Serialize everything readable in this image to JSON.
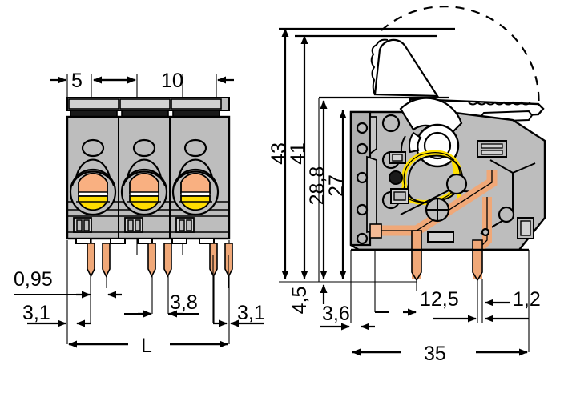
{
  "drawing": {
    "title": "WAGO PCB terminal block technical drawing",
    "views": [
      {
        "name": "front-view",
        "label": "Front view (3-pole)"
      },
      {
        "name": "side-view",
        "label": "Side section view"
      }
    ],
    "colors": {
      "body_gray": "#bdbdbd",
      "body_gray_dark": "#a8a8a8",
      "body_gray_light": "#d2d2d2",
      "outline": "#000000",
      "conductor_orange": "#f0a878",
      "conductor_orange_light": "#f6bb95",
      "spring_yellow": "#ffe000",
      "cap_yellow": "#ffdd00",
      "cap_salmon": "#f9b081",
      "white": "#ffffff"
    },
    "dimensions": {
      "front": [
        {
          "id": "pitch-5",
          "value": "5"
        },
        {
          "id": "pitch-10",
          "value": "10"
        },
        {
          "id": "pin-dia",
          "value": "0,95"
        },
        {
          "id": "edge-left",
          "value": "3,1"
        },
        {
          "id": "pin-pair",
          "value": "3,8"
        },
        {
          "id": "edge-right",
          "value": "3,1"
        },
        {
          "id": "length-total",
          "value": "L"
        }
      ],
      "side": [
        {
          "id": "height-43",
          "value": "43"
        },
        {
          "id": "height-41",
          "value": "41"
        },
        {
          "id": "height-28-8",
          "value": "28,8"
        },
        {
          "id": "height-27",
          "value": "27"
        },
        {
          "id": "pin-len-4-5",
          "value": "4,5"
        },
        {
          "id": "offset-3-6",
          "value": "3,6"
        },
        {
          "id": "offset-12-5",
          "value": "12,5"
        },
        {
          "id": "gap-1-2",
          "value": "1,2"
        },
        {
          "id": "depth-35",
          "value": "35"
        }
      ]
    }
  }
}
